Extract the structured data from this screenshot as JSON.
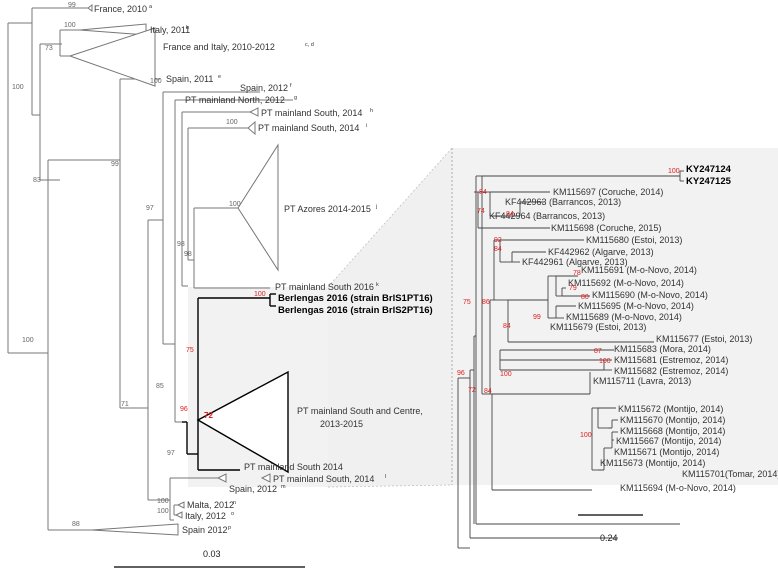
{
  "left_tree": {
    "taxa": [
      {
        "label": "France, 2010",
        "sup": "a"
      },
      {
        "label": "Italy, 2011",
        "sup": "b"
      },
      {
        "label": "France  and Italy, 2010-2012",
        "sup": "c, d"
      },
      {
        "label": "Spain, 2011",
        "sup": "e"
      },
      {
        "label": "Spain, 2012",
        "sup": "f"
      },
      {
        "label": "PT mainland North, 2012",
        "sup": "g"
      },
      {
        "label": "PT mainland South, 2014",
        "sup": "h"
      },
      {
        "label": "PT mainland South, 2014",
        "sup": "i"
      },
      {
        "label": "PT Azores 2014-2015",
        "sup": "j"
      },
      {
        "label": "PT mainland South 2016",
        "sup": "k"
      },
      {
        "label": "Berlengas 2016 (strain BrlS1PT16)",
        "sup": ""
      },
      {
        "label": "Berlengas 2016 (strain BrlS2PT16)",
        "sup": ""
      },
      {
        "label": "PT mainland South and Centre,",
        "sup": ""
      },
      {
        "label": "2013-2015",
        "sup": ""
      },
      {
        "label": "PT mainland South 2014",
        "sup": ""
      },
      {
        "label": "PT mainland South, 2014",
        "sup": "l"
      },
      {
        "label": "Spain, 2012",
        "sup": "m"
      },
      {
        "label": "Malta, 2012",
        "sup": "n"
      },
      {
        "label": "Italy, 2012",
        "sup": "o"
      },
      {
        "label": "Spain 2012",
        "sup": "p"
      }
    ],
    "bootstrap": [
      "99",
      "100",
      "73",
      "100",
      "83",
      "99",
      "97",
      "100",
      "100",
      "98",
      "100",
      "98",
      "100",
      "75",
      "96",
      "72",
      "85",
      "97",
      "71",
      "100",
      "100",
      "100",
      "88"
    ],
    "scale_label": "0.03"
  },
  "right_tree": {
    "taxa": [
      "KY247124",
      "KY247125",
      "KM115697 (Coruche, 2014)",
      "KF442963 (Barrancos, 2013)",
      "KF442964 (Barrancos, 2013)",
      "KM115698 (Coruche, 2015)",
      "KM115680 (Estoi, 2013)",
      "KF442962 (Algarve, 2013)",
      "KF442961 (Algarve, 2013)",
      "KM115691 (M-o-Novo, 2014)",
      "KM115692 (M-o-Novo, 2014)",
      "KM115690 (M-o-Novo, 2014)",
      "KM115695 (M-o-Novo, 2014)",
      "KM115689 (M-o-Novo, 2014)",
      "KM115679 (Estoi, 2013)",
      "KM115677 (Estoi, 2013)",
      "KM115683 (Mora, 2014)",
      "KM115681 (Estremoz, 2014)",
      "KM115682 (Estremoz, 2014)",
      "KM115711 (Lavra, 2013)",
      "KM115672 (Montijo, 2014)",
      "KM115670 (Montijo, 2014)",
      "KM115668 (Montijo, 2014)",
      "KM115667 (Montijo, 2014)",
      "KM115671 (Montijo, 2014)",
      "KM115673 (Montijo, 2014)",
      "KM115701(Tomar, 2014)",
      "KM115694 (M-o-Novo, 2014)"
    ],
    "bootstrap": [
      "100",
      "84",
      "74",
      "84",
      "92",
      "84",
      "78",
      "79",
      "80",
      "99",
      "84",
      "75",
      "86",
      "87",
      "100",
      "100",
      "96",
      "72",
      "84",
      "100"
    ],
    "scale_label": "0.24"
  },
  "colors": {
    "line": "#777777",
    "dark": "#000000",
    "red": "#e02020",
    "inset": "#f2f2f2"
  }
}
